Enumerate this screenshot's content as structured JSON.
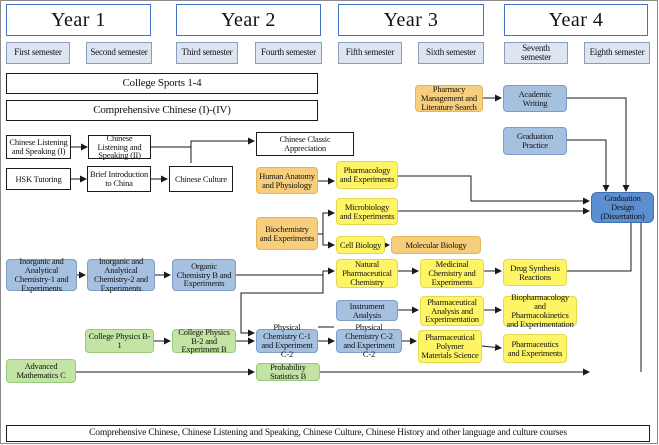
{
  "years": [
    "Year 1",
    "Year 2",
    "Year 3",
    "Year 4"
  ],
  "semesters": [
    "First semester",
    "Second semester",
    "Third semester",
    "Fourth semester",
    "Fifth semester",
    "Sixth semester",
    "Seventh semester",
    "Eighth semester"
  ],
  "courses": {
    "college_sports": "College Sports 1-4",
    "comprehensive_chinese": "Comprehensive Chinese (I)-(IV)",
    "listening_1": "Chinese Listening and Speaking (I)",
    "listening_2": "Chinese Listening and Speaking (II)",
    "classic_appreciation": "Chinese Classic Appreciation",
    "hsk": "HSK Tutoring",
    "intro_china": "Brief Introduction to China",
    "chinese_culture": "Chinese Culture",
    "pharmacy_management": "Pharmacy Management and Literature Search",
    "academic_writing": "Academic Writing",
    "graduation_practice": "Graduation Practice",
    "graduation_design": "Graduation Design (Dissertation)",
    "human_anatomy": "Human Anatomy and Physiology",
    "pharmacology": "Pharmacology and Experiments",
    "biochemistry": "Biochemistry and Experiments",
    "microbiology": "Microbiology and Experiments",
    "cell_biology": "Cell Biology",
    "molecular_biology": "Molecular Biology",
    "inorganic_1": "Inorganic and Analytical Chemistry-1 and Experiments",
    "inorganic_2": "Inorganic and Analytical Chemistry-2 and Experiments",
    "organic_b": "Organic Chemistry B and Experiments",
    "natural_pharm_chem": "Natural Pharmaceutical Chemistry",
    "medicinal_chem": "Medicinal Chemistry and Experiments",
    "drug_synthesis": "Drug Synthesis Reactions",
    "instrument_analysis": "Instrument Analysis",
    "pharm_analysis": "Pharmaceutical Analysis and Experimentation",
    "biopharmacology": "Biopharmacology and Pharmacokinetics and Experimentation",
    "physics_b1": "College Physics B-1",
    "physics_b2": "College Physics B-2 and Experiment B",
    "phys_chem_c1": "Physical Chemistry C-1 and Experiment C-2",
    "phys_chem_c2": "Physical Chemistry C-2 and Experiment C-2",
    "polymer": "Pharmaceutical Polymer Materials Science",
    "pharmaceutics": "Pharmaceutics and Experiments",
    "adv_math": "Advanced Mathematics C",
    "probability": "Probability Statistics B",
    "footer": "Comprehensive Chinese, Chinese Listening and Speaking, Chinese Culture, Chinese History and other language and culture courses"
  }
}
